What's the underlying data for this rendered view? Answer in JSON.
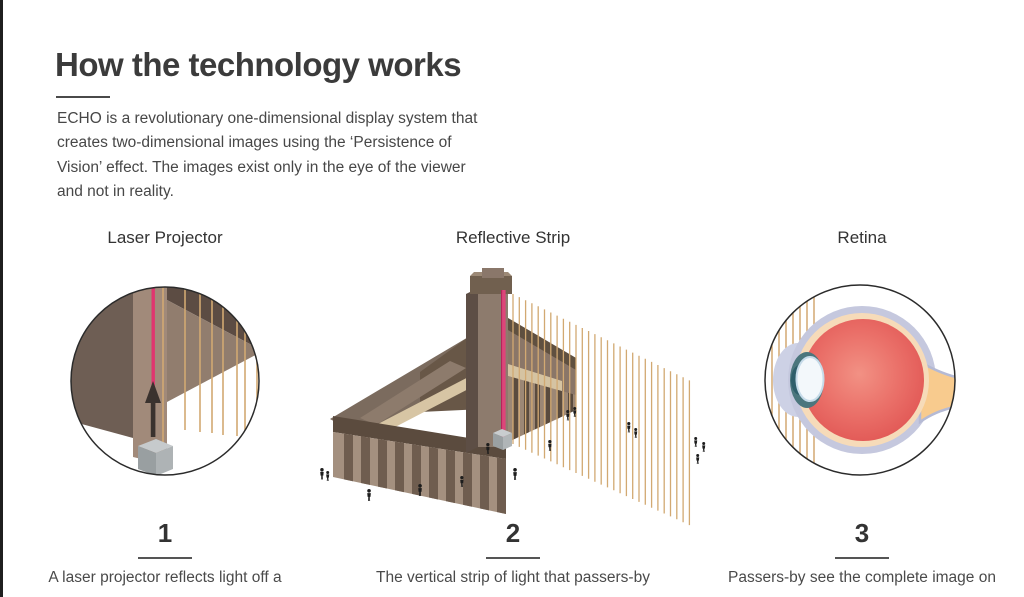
{
  "page": {
    "title": "How the technology works",
    "intro_lines": [
      "ECHO is a revolutionary one-dimensional display system that",
      "creates two-dimensional images using the ‘Persistence of",
      "Vision’ effect. The images exist only in the eye of the viewer",
      "and not in reality."
    ]
  },
  "steps": [
    {
      "heading": "Laser Projector",
      "number": "1",
      "caption": "A laser projector reflects light off a"
    },
    {
      "heading": "Reflective Strip",
      "number": "2",
      "caption": "The vertical strip of light that passers-by"
    },
    {
      "heading": "Retina",
      "number": "3",
      "caption": "Passers-by see the complete image on"
    }
  ],
  "colors": {
    "ink": "#3b3b3b",
    "laser_pink": "#e0457b",
    "light_ray_gold": "#d2a972",
    "building_brown": "#8a7668",
    "building_dark": "#5b4b3e",
    "building_cream": "#d7c5a4",
    "eye_red": "#e15956",
    "eye_sclera_lavender": "#c5c8de",
    "optic_nerve_orange": "#f8cb8e"
  }
}
